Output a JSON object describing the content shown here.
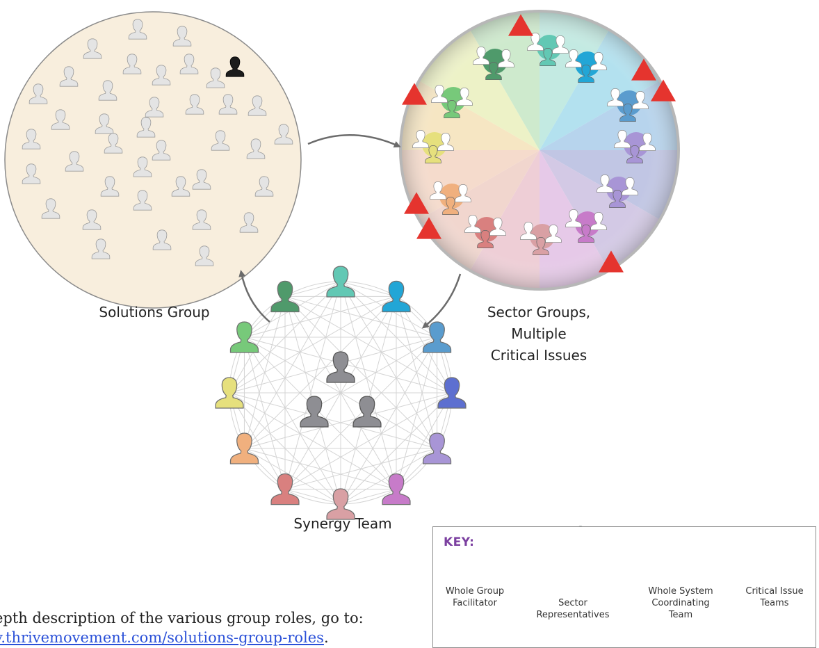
{
  "captions": {
    "solutions_group": "Solutions Group",
    "sector_groups": [
      "Sector Groups,",
      "Multiple",
      "Critical Issues"
    ],
    "synergy_team": "Synergy Team"
  },
  "key": {
    "title": "KEY:",
    "whole_group_facilitator": [
      "Whole Group",
      "Facilitator"
    ],
    "sector_representatives": [
      "Sector",
      "Representatives"
    ],
    "whole_system_coordinating_team": [
      "Whole System",
      "Coordinating",
      "Team"
    ],
    "critical_issue_teams": [
      "Critical Issue",
      "Teams"
    ]
  },
  "footer": {
    "line1": "epth description of the various group roles, go to:",
    "link": "v.thrivemovement.com/solutions-group-roles",
    "link_trailing": "."
  },
  "colors": {
    "solutions_fill": "#f8eedd",
    "person_light": "#e4e4e4",
    "facilitator": "#1c1c1c",
    "coordinator": "#8e8e93",
    "critical_issue": "#e5342e",
    "key_title": "#7b3fa0",
    "link": "#2a50d8",
    "sector_palette": [
      "#4f9a6b",
      "#62c8b4",
      "#22a6d6",
      "#5a9cce",
      "#5d6fd0",
      "#a895d6",
      "#c77bc9",
      "#d9a0a4",
      "#d9807f",
      "#f0b07e",
      "#e6e07d",
      "#77c97a"
    ]
  },
  "icons": {
    "person": "person-silhouette-icon",
    "critical_issue": "triangle-icon",
    "arrow": "curved-arrow-icon"
  }
}
